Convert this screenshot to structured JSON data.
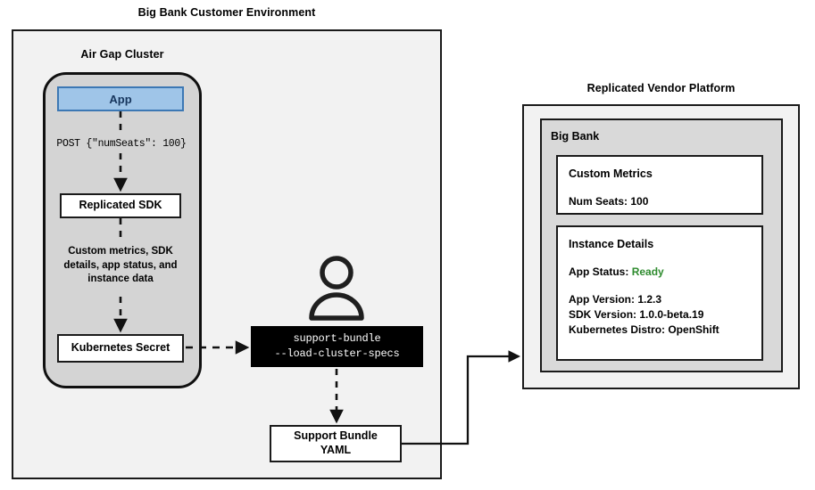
{
  "diagram": {
    "customer_env": {
      "title": "Big Bank Customer Environment",
      "cluster": {
        "title": "Air Gap Cluster",
        "app_box": "App",
        "post_label": "POST {\"numSeats\": 100}",
        "sdk_box": "Replicated SDK",
        "metrics_label_line1": "Custom metrics, SDK",
        "metrics_label_line2": "details, app status, and",
        "metrics_label_line3": "instance data",
        "secret_box": "Kubernetes Secret"
      },
      "user_icon_name": "user-person-icon",
      "terminal": {
        "line1": "support-bundle",
        "line2": "--load-cluster-specs"
      },
      "support_bundle_yaml": {
        "line1": "Support Bundle",
        "line2": "YAML"
      }
    },
    "vendor_platform": {
      "title": "Replicated Vendor Platform",
      "tenant": "Big Bank",
      "custom_metrics": {
        "heading": "Custom Metrics",
        "num_seats": "Num Seats: 100"
      },
      "instance_details": {
        "heading": "Instance Details",
        "app_status_label": "App Status:",
        "app_status_value": "Ready",
        "app_version": "App Version: 1.2.3",
        "sdk_version": "SDK Version: 1.0.0-beta.19",
        "k8s_distro": "Kubernetes Distro: OpenShift"
      }
    },
    "colors": {
      "app_fill": "#9fc5e8",
      "app_border": "#3c78b4",
      "app_text": "#17365d",
      "panel_fill": "#f2f2f2",
      "inner_grey": "#d9d9d9",
      "cluster_grey": "#d4d4d4",
      "status_ready": "#2e8b2e",
      "terminal_bg": "#000000",
      "stroke": "#1a1a1a"
    }
  }
}
